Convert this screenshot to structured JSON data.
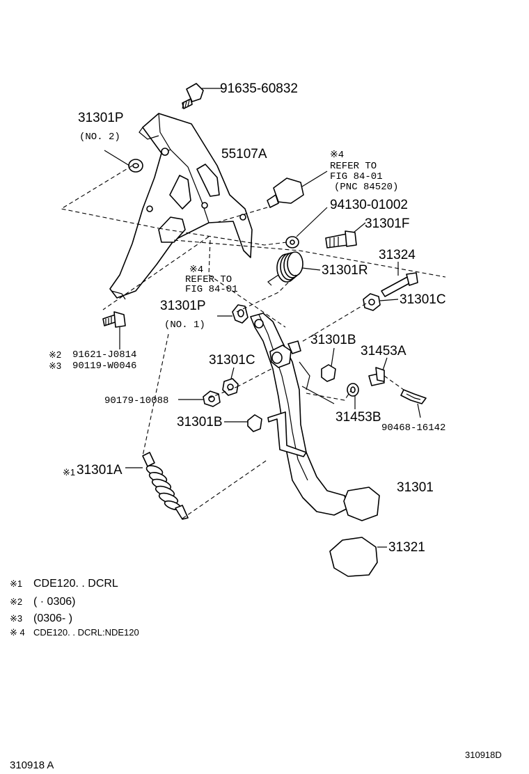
{
  "diagram": {
    "part_labels": {
      "p91635": "91635-60832",
      "p31301P_upper": "31301P",
      "no2": "(NO. 2)",
      "p55107A": "55107A",
      "ref4_mark": "※4",
      "ref4_refer": "REFER TO",
      "ref4_fig": "FIG 84-01",
      "ref4_pnc": "(PNC 84520)",
      "p94130": "94130-01002",
      "p31301F": "31301F",
      "p31324": "31324",
      "ref4b_mark": "※4",
      "ref4b_refer": "REFER TO",
      "ref4b_fig": "FIG 84-01",
      "p31301R": "31301R",
      "p31301C_right": "31301C",
      "p31301P_lower": "31301P",
      "no1": "(NO. 1)",
      "p31301B_right": "31301B",
      "p31453A": "31453A",
      "p91621_mark": "※2",
      "p91621": "91621-J0814",
      "p90119_mark": "※3",
      "p90119": "90119-W0046",
      "p31301C_left": "31301C",
      "p90179": "90179-10088",
      "p31453B": "31453B",
      "p31301B_left": "31301B",
      "p90468": "90468-16142",
      "p31301A_mark": "※1",
      "p31301A": "31301A",
      "p31301": "31301",
      "p31321": "31321"
    },
    "notes": [
      {
        "mark": "※1",
        "text": "CDE120. . DCRL"
      },
      {
        "mark": "※2",
        "text": "(       · 0306)"
      },
      {
        "mark": "※3",
        "text": "(0306-       )"
      },
      {
        "mark": "※ 4",
        "text": "CDE120. . DCRL:NDE120"
      }
    ],
    "footer_left": "310918 A",
    "footer_right": "310918D"
  }
}
